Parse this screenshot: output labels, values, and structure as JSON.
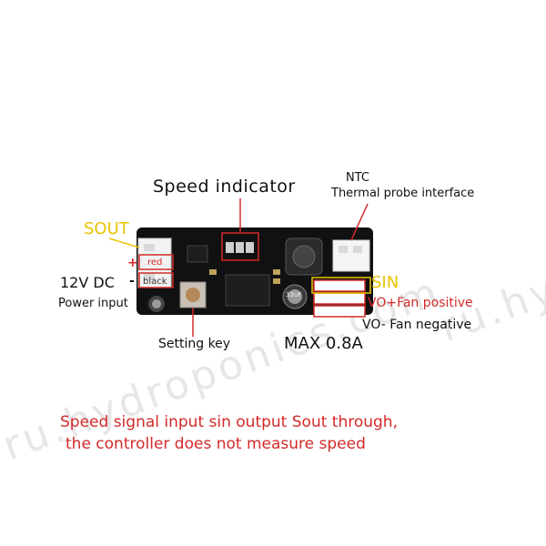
{
  "labels": {
    "speed_indicator": "Speed indicator",
    "ntc": "NTC",
    "thermal_probe": "Thermal probe interface",
    "sout": "SOUT",
    "plus": "+",
    "minus": "-",
    "red_wire": "red",
    "black_wire": "black",
    "v12_dc": "12V DC",
    "power_input": "Power input",
    "sin": "SIN",
    "vo_plus": "VO+Fan positive",
    "vo_minus": "VO- Fan negative",
    "setting_key": "Setting key",
    "max_current": "MAX 0.8A",
    "cap_text": "33uF"
  },
  "footnote": {
    "line1": "Speed signal input sin output Sout through,",
    "line2": "the controller does not measure speed"
  },
  "watermark": "ru.hydroponics.com",
  "colors": {
    "annotation_red": "#d42a2a",
    "annotation_yellow": "#e8c400",
    "board": "#111111",
    "text": "#111111"
  }
}
